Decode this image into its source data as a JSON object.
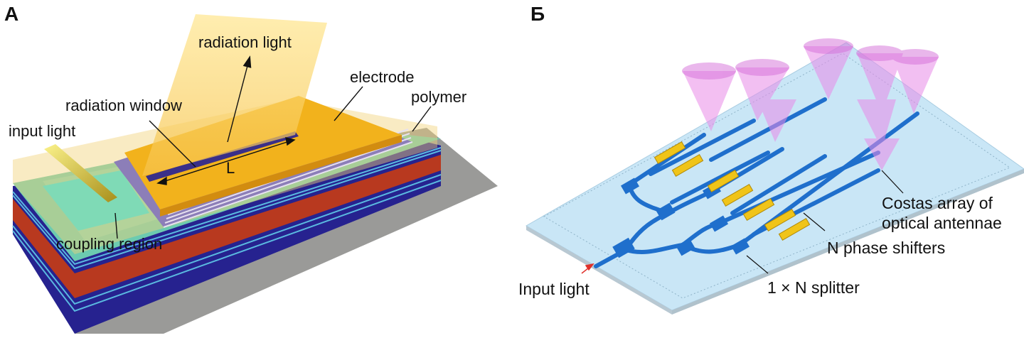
{
  "panel_a": {
    "letter": "А",
    "labels": {
      "radiation_light": "radiation light",
      "electrode": "electrode",
      "radiation_window": "radiation window",
      "polymer": "polymer",
      "input_light": "input light",
      "length": "L",
      "coupling_region": "coupling region"
    }
  },
  "panel_b": {
    "letter": "Б",
    "labels": {
      "costas_line1": "Costas array of",
      "costas_line2": "optical antennae",
      "phase_shifters": "N phase shifters",
      "input_light": "Input light",
      "splitter": "1 × N splitter"
    }
  },
  "colors": {
    "electrode": "#f2b21c",
    "substrate_top": "#4cc7c4",
    "layer_red": "#b8391f",
    "layer_blue": "#2a2a9c",
    "coupling": "#22e0e8",
    "chip": "#c9e6f6",
    "waveguide": "#1f6fcc",
    "phase_shifter": "#f0c419",
    "beam_cone": "#e98be8"
  }
}
